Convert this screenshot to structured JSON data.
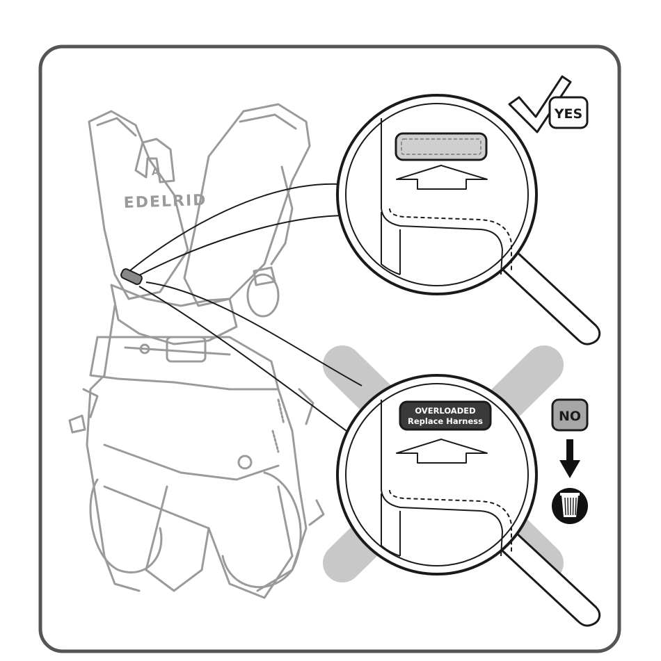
{
  "brand": {
    "logo_text": "EDELRID",
    "loop_letter": "A"
  },
  "verdict_yes": {
    "label": "YES"
  },
  "verdict_no": {
    "label": "NO"
  },
  "indicator_overloaded": {
    "line1": "OVERLOADED",
    "line2": "Replace Harness"
  },
  "icons": {
    "check": "checkmark-icon",
    "cross": "large-x-icon",
    "arrow": "arrow-down-icon",
    "trash": "trash-bin-icon",
    "magnifier": "magnifier-icon"
  },
  "colors": {
    "frame_stroke": "#555555",
    "line_art": "#9a9a9a",
    "line_art_dark": "#1a1a1a",
    "cross_gray": "#c8c8c8",
    "badge_gray": "#a6a6a6",
    "indicator_ok": "#cfcfcf",
    "indicator_bad": "#3a3a3a",
    "black": "#111111"
  }
}
